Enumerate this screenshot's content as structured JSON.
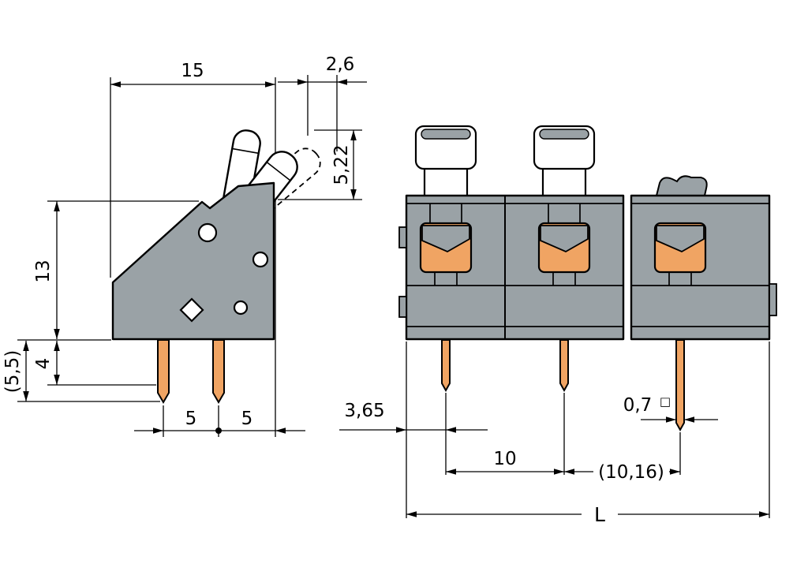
{
  "drawing": {
    "side_view": {
      "dims": {
        "overall_width": "15",
        "lever_tip_width": "2,6",
        "lever_tip_height": "5,22",
        "body_height": "13",
        "pin_total_length": "(5,5)",
        "pin_length": "4",
        "pin_pitch_left": "5",
        "pin_pitch_right": "5"
      }
    },
    "front_view": {
      "dims": {
        "pin_edge_offset": "3,65",
        "pin_pitch": "10",
        "pin_pitch_alt": "(10,16)",
        "pin_cross_section": "0,7",
        "square_symbol": "□",
        "overall_length": "L"
      }
    },
    "colors": {
      "housing_gray": "#9aa2a6",
      "pin_orange": "#f0a463",
      "line_black": "#000000",
      "background": "#ffffff"
    }
  }
}
